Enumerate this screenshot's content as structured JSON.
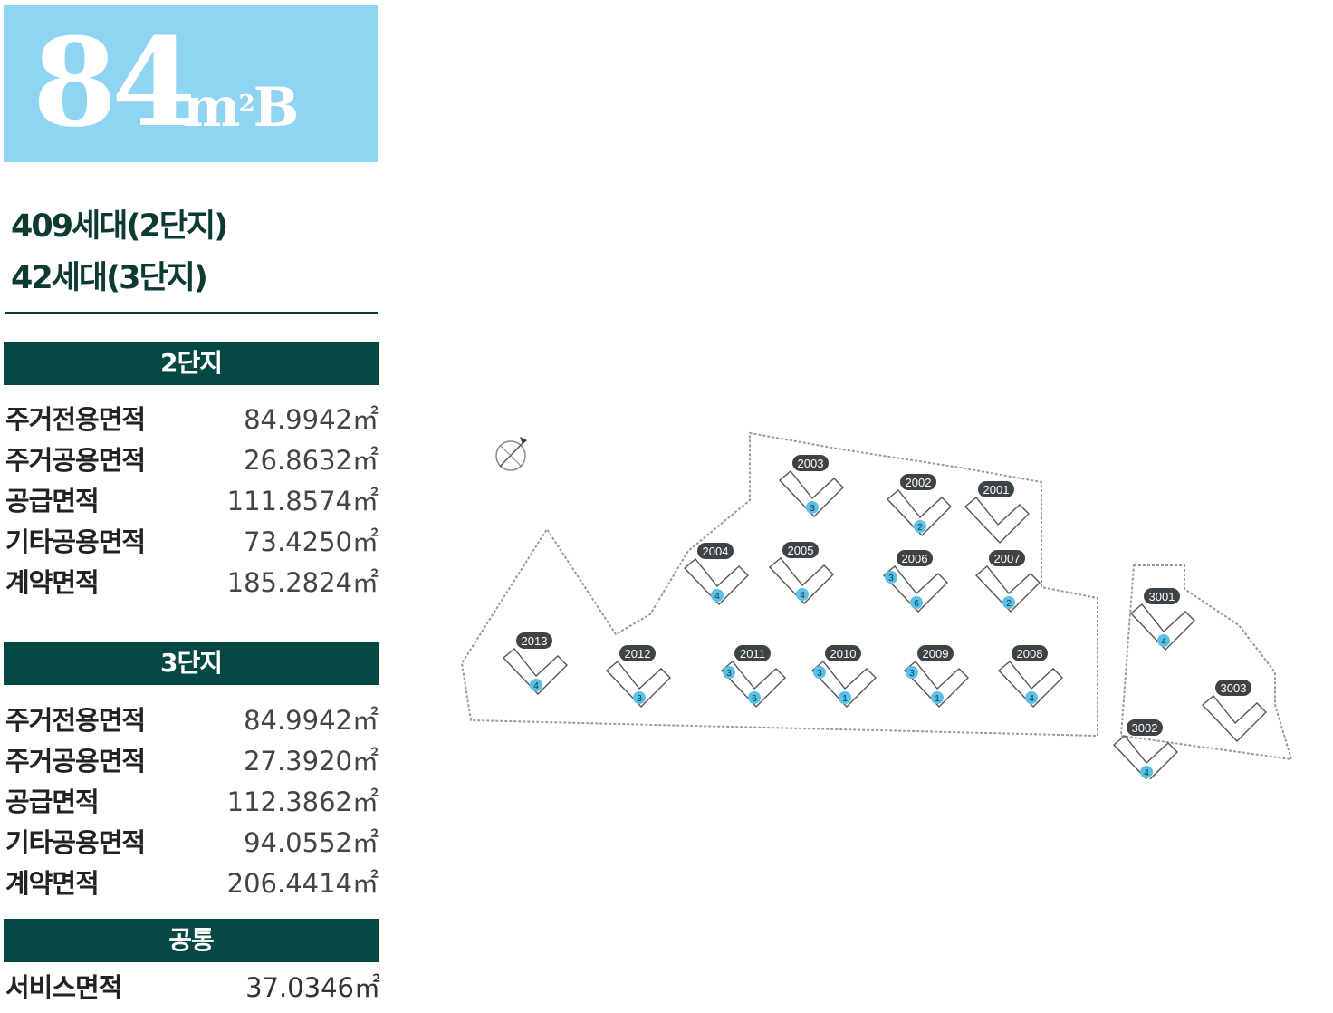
{
  "title": {
    "number": "84",
    "unit": "m",
    "sup": "2",
    "type": "B"
  },
  "households": [
    "409세대(2단지)",
    "42세대(3단지)"
  ],
  "complex2": {
    "header": "2단지",
    "rows": [
      {
        "label": "주거전용면적",
        "value": "84.9942㎡"
      },
      {
        "label": "주거공용면적",
        "value": "26.8632㎡"
      },
      {
        "label": "공급면적",
        "value": "111.8574㎡"
      },
      {
        "label": "기타공용면적",
        "value": "73.4250㎡"
      },
      {
        "label": "계약면적",
        "value": "185.2824㎡"
      }
    ]
  },
  "complex3": {
    "header": "3단지",
    "rows": [
      {
        "label": "주거전용면적",
        "value": "84.9942㎡"
      },
      {
        "label": "주거공용면적",
        "value": "27.3920㎡"
      },
      {
        "label": "공급면적",
        "value": "112.3862㎡"
      },
      {
        "label": "기타공용면적",
        "value": "94.0552㎡"
      },
      {
        "label": "계약면적",
        "value": "206.4414㎡"
      }
    ]
  },
  "common": {
    "header": "공통",
    "label": "서비스면적",
    "value": "37.0346㎡"
  },
  "colors": {
    "accent_light": "#8fd4f3",
    "band": "#034843",
    "highlight": "#5bc0e8",
    "tag": "#3d4448"
  },
  "site_plan": {
    "buildings": [
      {
        "label": "2003",
        "highlight_units": [
          "3"
        ]
      },
      {
        "label": "2002",
        "highlight_units": [
          "2"
        ]
      },
      {
        "label": "2001",
        "highlight_units": []
      },
      {
        "label": "2004",
        "highlight_units": [
          "4"
        ]
      },
      {
        "label": "2005",
        "highlight_units": [
          "4"
        ]
      },
      {
        "label": "2006",
        "highlight_units": [
          "6",
          "3"
        ]
      },
      {
        "label": "2007",
        "highlight_units": [
          "2"
        ]
      },
      {
        "label": "2013",
        "highlight_units": [
          "4"
        ]
      },
      {
        "label": "2012",
        "highlight_units": [
          "3"
        ]
      },
      {
        "label": "2011",
        "highlight_units": [
          "6",
          "3"
        ]
      },
      {
        "label": "2010",
        "highlight_units": [
          "1",
          "3"
        ]
      },
      {
        "label": "2009",
        "highlight_units": [
          "1",
          "3"
        ]
      },
      {
        "label": "2008",
        "highlight_units": [
          "4"
        ]
      },
      {
        "label": "3001",
        "highlight_units": [
          "4"
        ]
      },
      {
        "label": "3002",
        "highlight_units": [
          "4"
        ]
      },
      {
        "label": "3003",
        "highlight_units": []
      }
    ]
  }
}
